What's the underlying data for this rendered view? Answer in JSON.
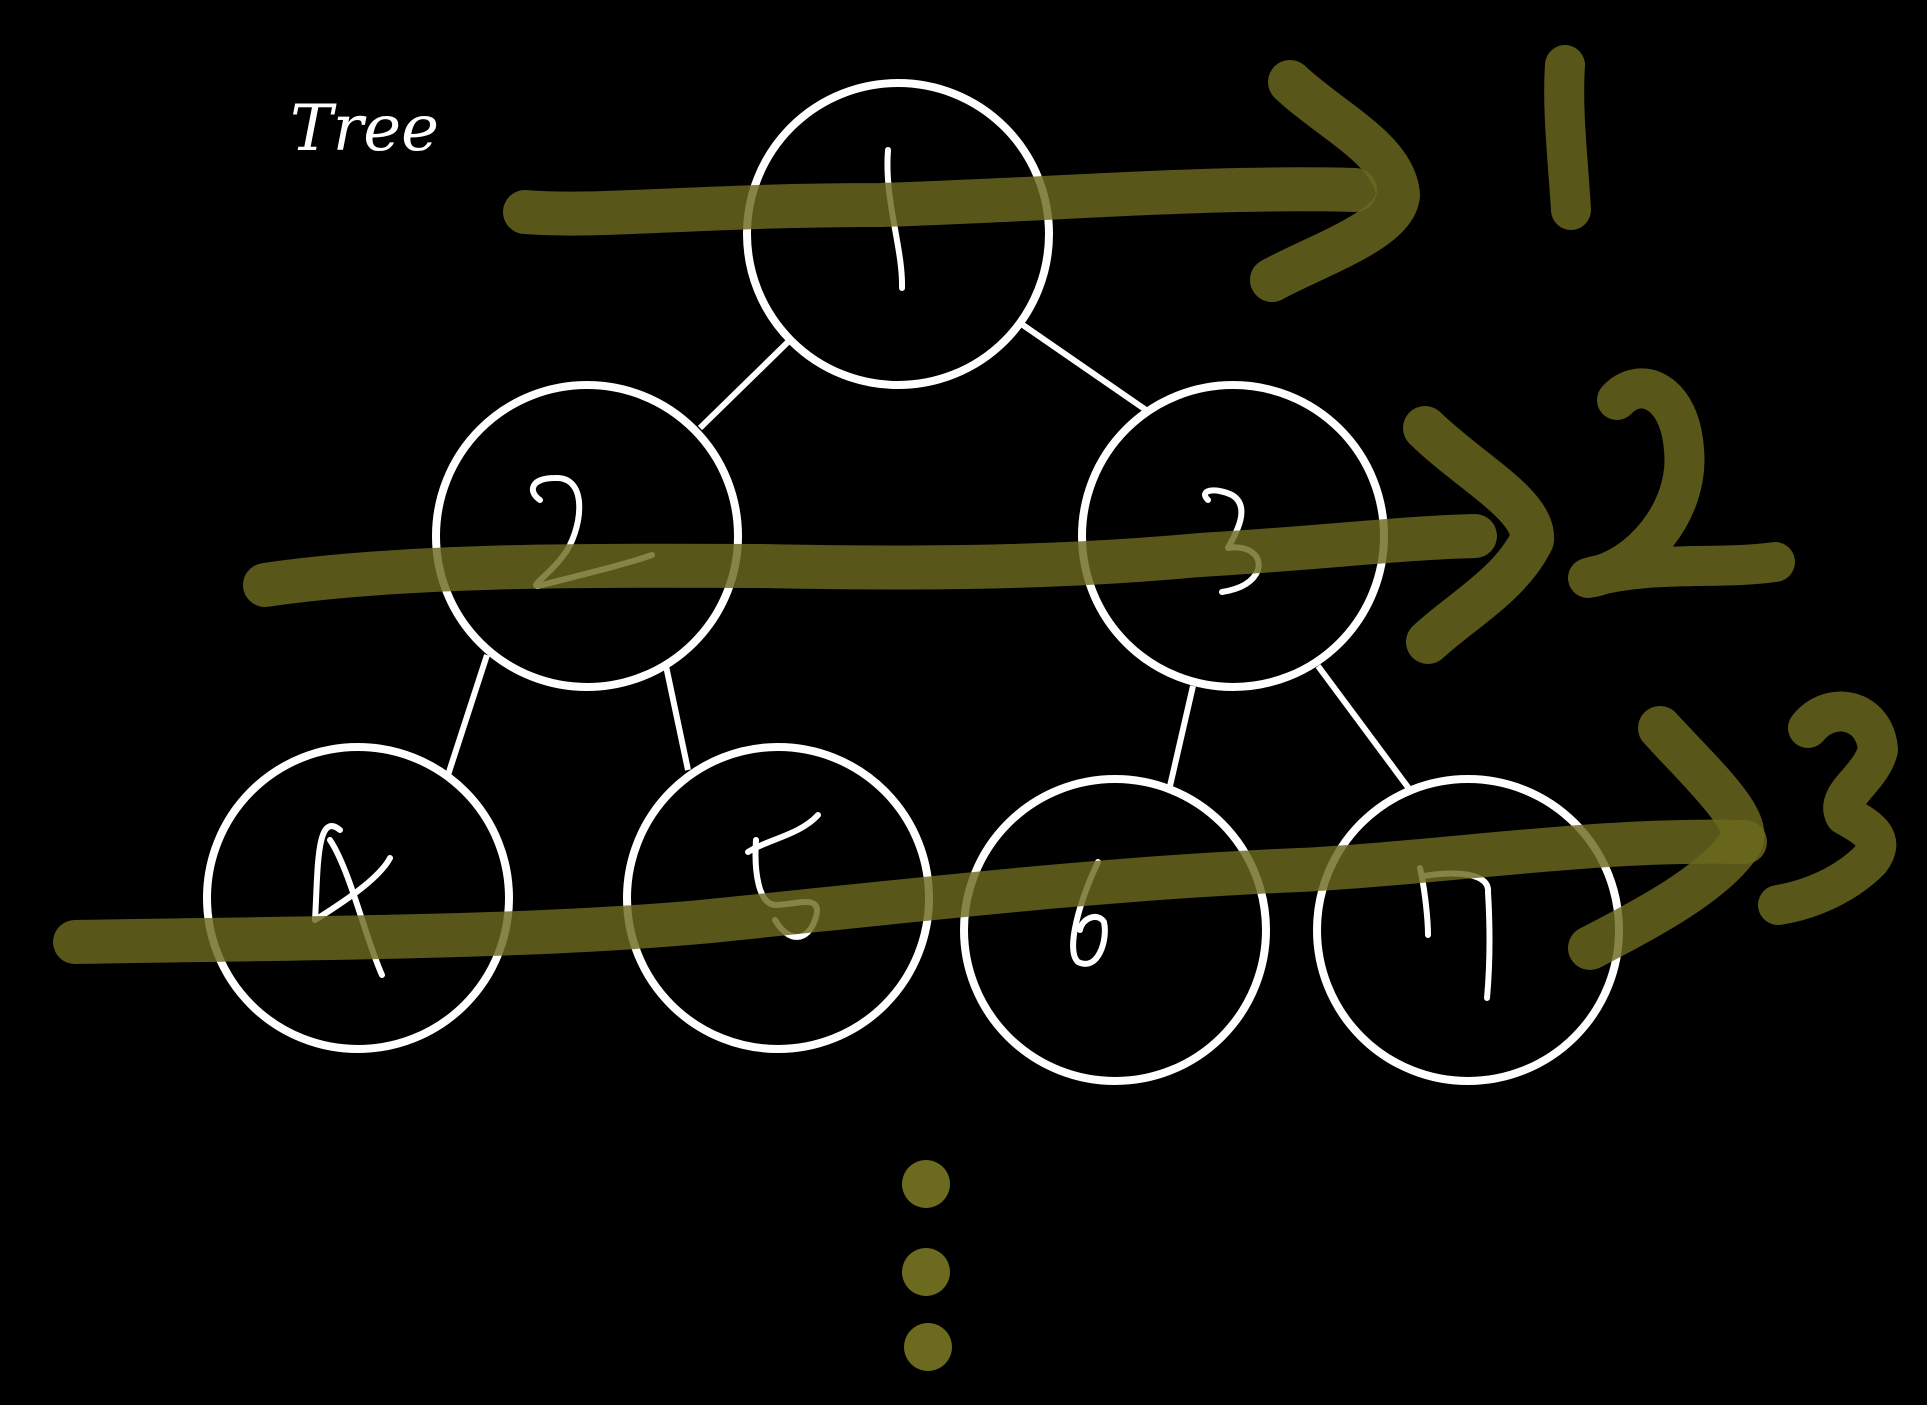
{
  "title": "Tree",
  "colors": {
    "background": "#000000",
    "ink": "#ffffff",
    "highlighter": "#6b6a1f"
  },
  "nodes": [
    {
      "id": "1",
      "label": "1"
    },
    {
      "id": "2",
      "label": "2"
    },
    {
      "id": "3",
      "label": "3"
    },
    {
      "id": "4",
      "label": "4"
    },
    {
      "id": "5",
      "label": "5"
    },
    {
      "id": "6",
      "label": "6"
    },
    {
      "id": "7",
      "label": "7"
    }
  ],
  "edges": [
    {
      "from": "1",
      "to": "2"
    },
    {
      "from": "1",
      "to": "3"
    },
    {
      "from": "2",
      "to": "4"
    },
    {
      "from": "2",
      "to": "5"
    },
    {
      "from": "3",
      "to": "6"
    },
    {
      "from": "3",
      "to": "7"
    }
  ],
  "levels": [
    {
      "label": "1"
    },
    {
      "label": "2"
    },
    {
      "label": "3"
    }
  ],
  "continuation": "⋮"
}
